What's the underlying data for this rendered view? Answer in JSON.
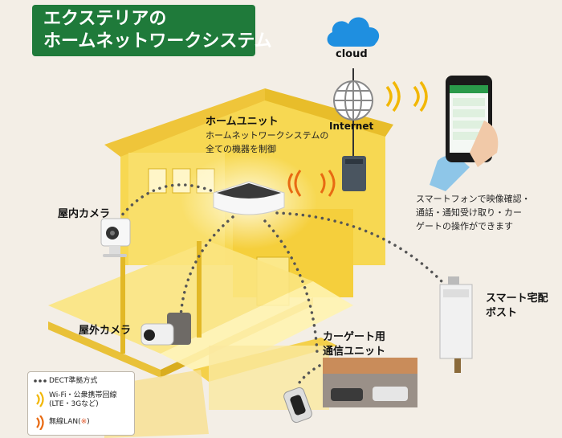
{
  "title": {
    "line1": "エクステリアの",
    "line2": "ホームネットワークシステム"
  },
  "network": {
    "cloud_label": "cloud",
    "internet_label": "Internet"
  },
  "home_unit": {
    "title": "ホームユニット",
    "desc_line1": "ホームネットワークシステムの",
    "desc_line2": "全ての機器を制御"
  },
  "smartphone": {
    "desc_line1": "スマートフォンで映像確認・",
    "desc_line2": "通話・通知受け取り・カー",
    "desc_line3": "ゲートの操作ができます"
  },
  "devices": {
    "indoor_camera": "屋内カメラ",
    "outdoor_camera": "屋外カメラ",
    "delivery_box_line1": "スマート宅配",
    "delivery_box_line2": "ボスト",
    "car_gate_line1": "カーゲート用",
    "car_gate_line2": "通信ユニット"
  },
  "legend": {
    "dect": "DECT準拠方式",
    "wifi_line1": "Wi-Fi・公衆携帯回線",
    "wifi_line2": "(LTE・3Gなど)",
    "wlan": "無線LAN(",
    "wlan_note": "※",
    "wlan_close": ")"
  },
  "colors": {
    "title_bg": "#1f7a3a",
    "house_yellow": "#f7d64a",
    "wave_yellow": "#f2b705",
    "wave_orange": "#e86a12",
    "cloud_blue": "#1f8fe0"
  }
}
